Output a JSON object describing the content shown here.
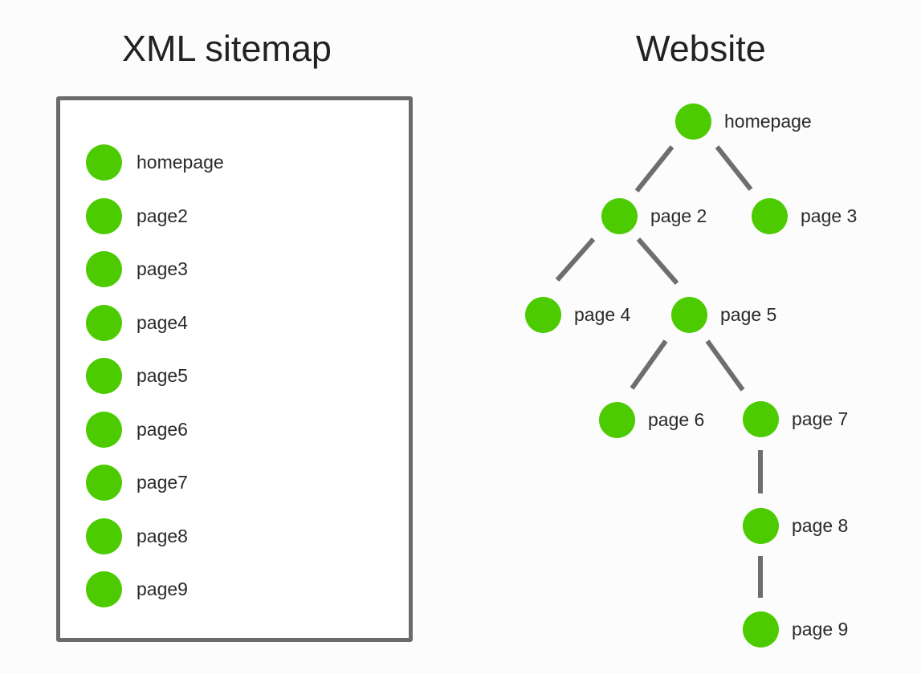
{
  "titles": {
    "sitemap": "XML sitemap",
    "website": "Website"
  },
  "sitemap": {
    "items": [
      {
        "label": "homepage"
      },
      {
        "label": "page2"
      },
      {
        "label": "page3"
      },
      {
        "label": "page4"
      },
      {
        "label": "page5"
      },
      {
        "label": "page6"
      },
      {
        "label": "page7"
      },
      {
        "label": "page8"
      },
      {
        "label": "page9"
      }
    ]
  },
  "website": {
    "nodes": {
      "homepage": {
        "label": "homepage"
      },
      "page2": {
        "label": "page 2"
      },
      "page3": {
        "label": "page 3"
      },
      "page4": {
        "label": "page 4"
      },
      "page5": {
        "label": "page 5"
      },
      "page6": {
        "label": "page 6"
      },
      "page7": {
        "label": "page 7"
      },
      "page8": {
        "label": "page 8"
      },
      "page9": {
        "label": "page 9"
      }
    }
  },
  "colors": {
    "node": "#4ccb00",
    "connector": "#6e6e6e",
    "box_border": "#6b6b6b"
  }
}
